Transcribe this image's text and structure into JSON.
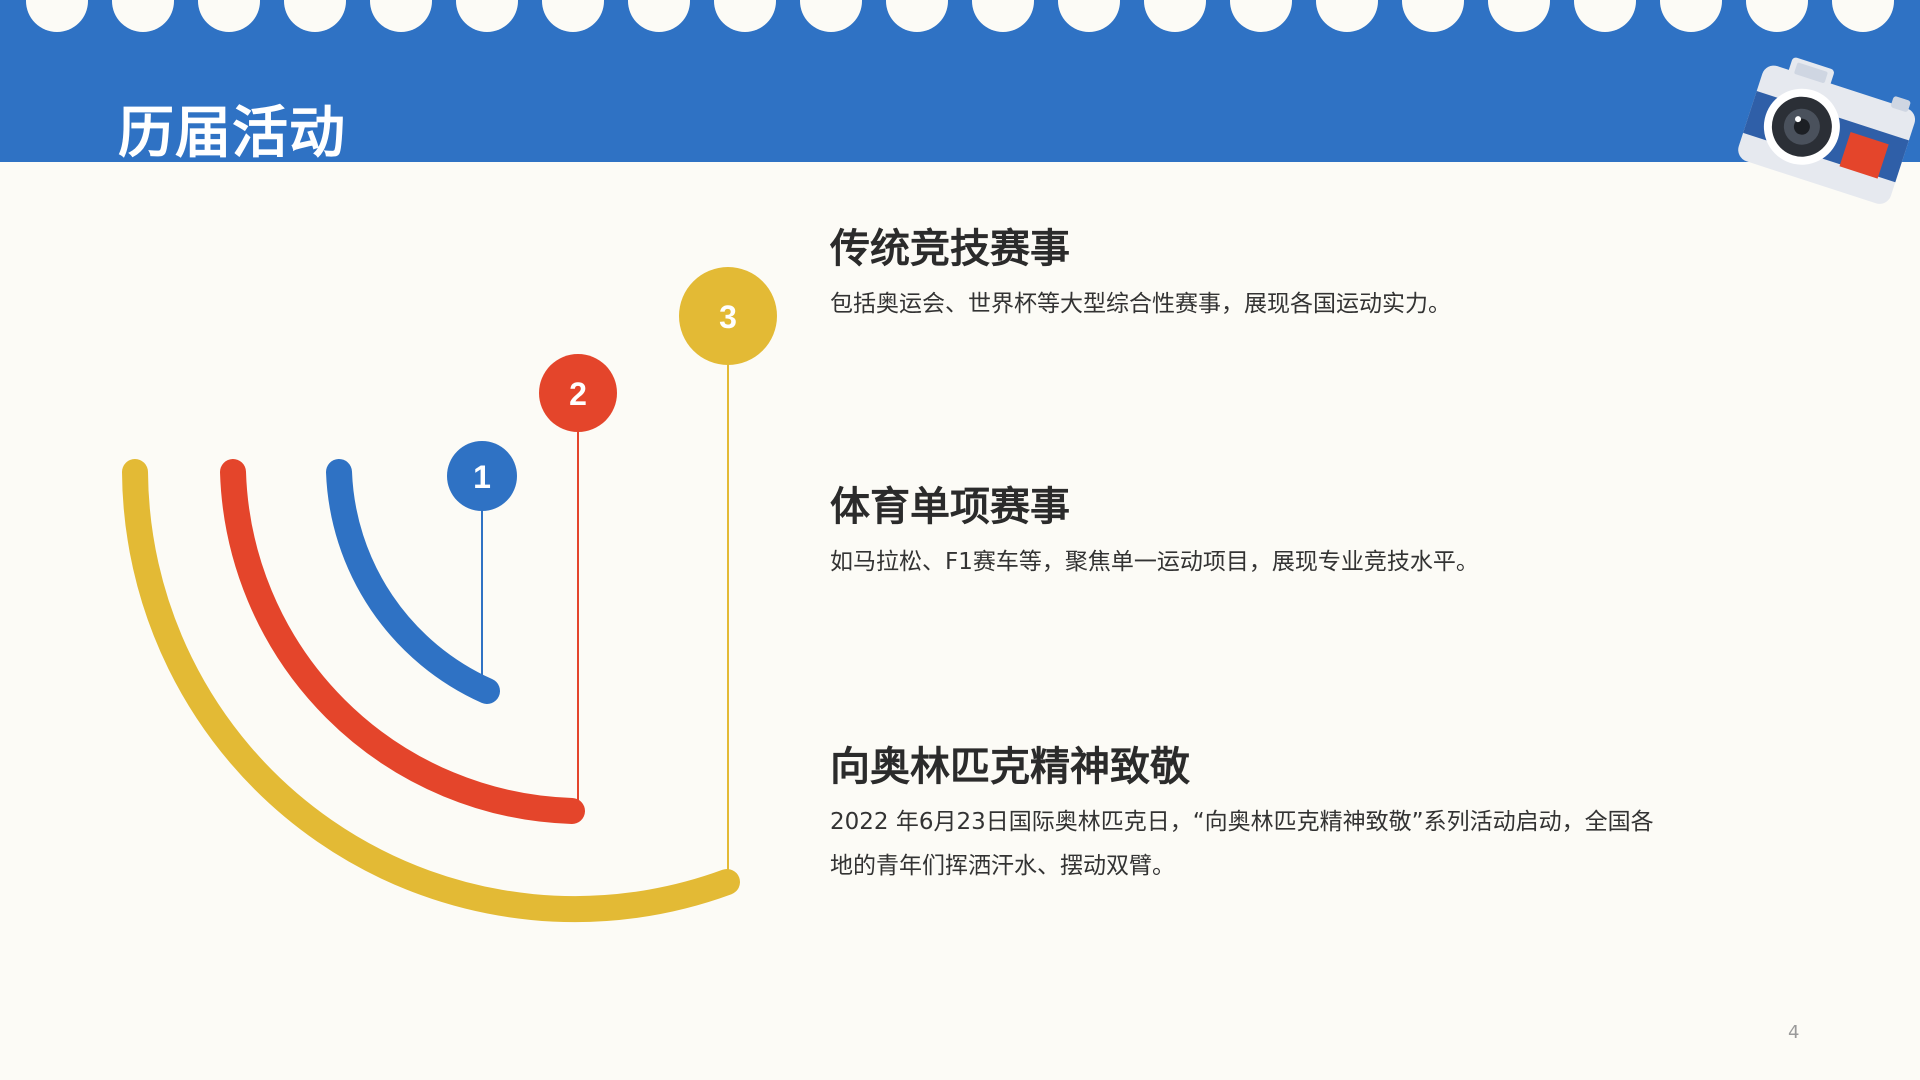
{
  "slide": {
    "title": "历届活动",
    "page_number": "4"
  },
  "colors": {
    "header_blue": "#2f72c4",
    "arc_blue": "#2f72c4",
    "arc_red": "#e4452b",
    "arc_yellow": "#e3ba35",
    "background": "#fcfbf6"
  },
  "markers": [
    "1",
    "2",
    "3"
  ],
  "items": [
    {
      "title": "传统竞技赛事",
      "desc": "包括奥运会、世界杯等大型综合性赛事，展现各国运动实力。"
    },
    {
      "title": "体育单项赛事",
      "desc": "如马拉松、F1赛车等，聚焦单一运动项目，展现专业竞技水平。"
    },
    {
      "title": "向奥林匹克精神致敬",
      "desc": "2022 年6月23日国际奥林匹克日，“向奥林匹克精神致敬”系列活动启动，全国各地的青年们挥洒汗水、摆动双臂。"
    }
  ],
  "icons": {
    "camera": "camera-icon"
  }
}
